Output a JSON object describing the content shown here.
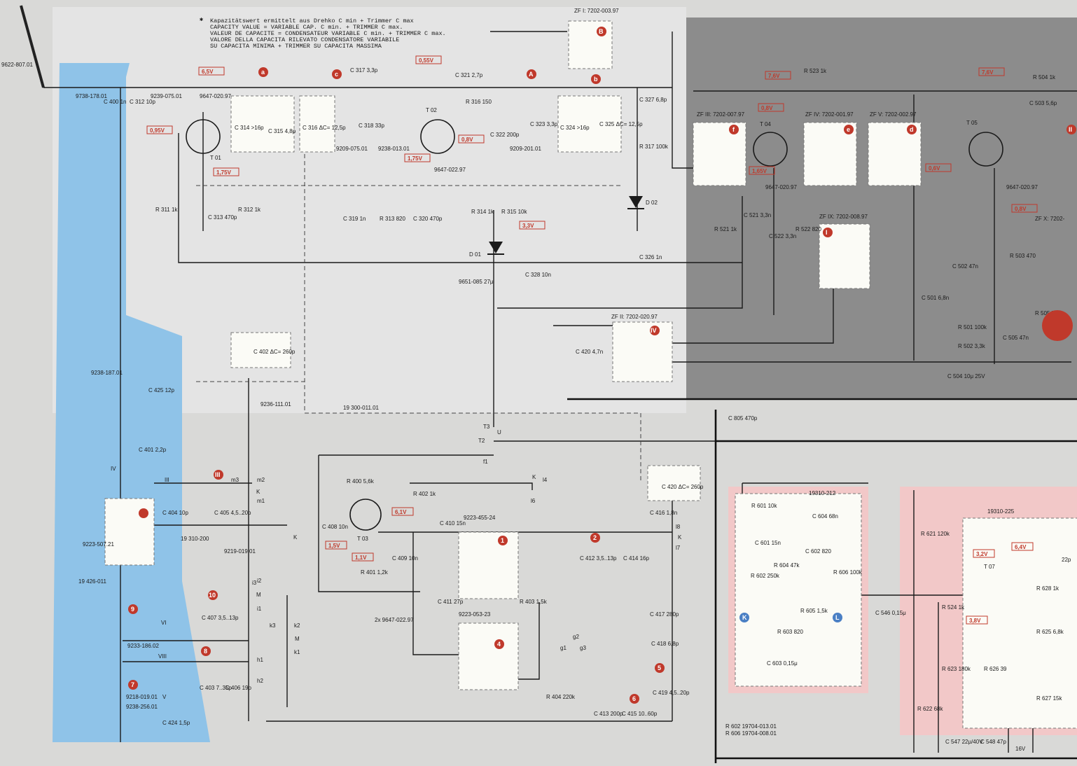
{
  "header": {
    "star": "✱",
    "lines": [
      "Kapazitätswert ermittelt aus Drehko C min + Trimmer C max",
      "CAPACITY VALUE = VARIABLE CAP. C min. + TRIMMER C max.",
      "VALEUR DE CAPACITE = CONDENSATEUR VARIABLE C min. + TRIMMER C max.",
      "VALORE DELLA CAPACITA RILEVATO CONDENSATORE VARIABILE",
      "SU CAPACITA MINIMA + TRIMMER SU CAPACITA MASSIMA"
    ]
  },
  "antenna": {
    "label": "9622-807.01"
  },
  "labels": [
    {
      "id": "c400",
      "text": "C 400 1n"
    },
    {
      "id": "l9738a",
      "text": "9738-178.01"
    },
    {
      "id": "c312",
      "text": "C 312 10p"
    },
    {
      "id": "l9239",
      "text": "9239-075.01"
    },
    {
      "id": "t01code",
      "text": "9647-020.97"
    },
    {
      "id": "t01",
      "text": "T 01"
    },
    {
      "id": "c314",
      "text": "C 314 >16p"
    },
    {
      "id": "c315",
      "text": "C 315 4,8p"
    },
    {
      "id": "c316",
      "text": "C 316 ΔC= 12,5p"
    },
    {
      "id": "c317",
      "text": "C 317 3,3p"
    },
    {
      "id": "c318",
      "text": "C 318 33p"
    },
    {
      "id": "l9209a",
      "text": "9209-075.01"
    },
    {
      "id": "l9238b",
      "text": "9238-013.01"
    },
    {
      "id": "c321",
      "text": "C 321 2,7p"
    },
    {
      "id": "t02",
      "text": "T 02"
    },
    {
      "id": "t02code",
      "text": "9647-022.97"
    },
    {
      "id": "r316",
      "text": "R 316 150"
    },
    {
      "id": "c322",
      "text": "C 322 200p"
    },
    {
      "id": "c323",
      "text": "C 323 3,3p"
    },
    {
      "id": "l9209b",
      "text": "9209-201.01"
    },
    {
      "id": "c324",
      "text": "C 324 >16p"
    },
    {
      "id": "c325",
      "text": "C 325 ΔC= 12,5p"
    },
    {
      "id": "c327",
      "text": "C 327 6,8p"
    },
    {
      "id": "r317",
      "text": "R 317 100k"
    },
    {
      "id": "d02",
      "text": "D 02"
    },
    {
      "id": "c326",
      "text": "C 326 1n"
    },
    {
      "id": "r311",
      "text": "R 311 1k"
    },
    {
      "id": "c313",
      "text": "C 313 470p"
    },
    {
      "id": "r312",
      "text": "R 312 1k"
    },
    {
      "id": "c319",
      "text": "C 319 1n"
    },
    {
      "id": "r313",
      "text": "R 313 820"
    },
    {
      "id": "c320",
      "text": "C 320 470p"
    },
    {
      "id": "r314",
      "text": "R 314 1k"
    },
    {
      "id": "r315",
      "text": "R 315 10k"
    },
    {
      "id": "d01",
      "text": "D 01"
    },
    {
      "id": "c328",
      "text": "C 328 10n"
    },
    {
      "id": "l9651",
      "text": "9651-085 27μ"
    },
    {
      "id": "zf1",
      "text": "ZF I: 7202-003.97"
    },
    {
      "id": "zf3",
      "text": "ZF III: 7202-007.97"
    },
    {
      "id": "zf2",
      "text": "ZF II: 7202-020.97"
    },
    {
      "id": "zf4",
      "text": "ZF IV: 7202-001.97"
    },
    {
      "id": "zf5",
      "text": "ZF V: 7202-002.97"
    },
    {
      "id": "zf9",
      "text": "ZF IX: 7202-008.97"
    },
    {
      "id": "zfx",
      "text": "ZF X: 7202-"
    },
    {
      "id": "r523",
      "text": "R 523 1k"
    },
    {
      "id": "t04",
      "text": "T 04"
    },
    {
      "id": "t04code",
      "text": "9647-020.97"
    },
    {
      "id": "t05",
      "text": "T 05"
    },
    {
      "id": "t05code",
      "text": "9647-020.97"
    },
    {
      "id": "c521",
      "text": "C 521 3,3n"
    },
    {
      "id": "c522",
      "text": "C 522 3,3n"
    },
    {
      "id": "r521",
      "text": "R 521 1k"
    },
    {
      "id": "r522",
      "text": "R 522 820"
    },
    {
      "id": "r504",
      "text": "R 504 1k"
    },
    {
      "id": "c503",
      "text": "C 503 5,6p"
    },
    {
      "id": "c502",
      "text": "C 502 47n"
    },
    {
      "id": "r503",
      "text": "R 503 470"
    },
    {
      "id": "c501",
      "text": "C 501 6,8n"
    },
    {
      "id": "r501",
      "text": "R 501 100k"
    },
    {
      "id": "r502",
      "text": "R 502 3,3k"
    },
    {
      "id": "c504",
      "text": "C 504 10μ 25V"
    },
    {
      "id": "c505",
      "text": "C 505 47n"
    },
    {
      "id": "r505",
      "text": "R 505 500k"
    },
    {
      "id": "c420zf",
      "text": "C 420 4,7n"
    },
    {
      "id": "c402",
      "text": "C 402 ΔC= 260p"
    },
    {
      "id": "l9236",
      "text": "9236-111.01"
    },
    {
      "id": "l9238c",
      "text": "9238-187.01"
    },
    {
      "id": "c425",
      "text": "C 425 12p"
    },
    {
      "id": "c401",
      "text": "C 401 2,2p"
    },
    {
      "id": "c404",
      "text": "C 404 10p"
    },
    {
      "id": "c405",
      "text": "C 405 4,5..20p"
    },
    {
      "id": "l9223a",
      "text": "9223-507.21"
    },
    {
      "id": "l19310a",
      "text": "19 310-200"
    },
    {
      "id": "l9219",
      "text": "9219-019.01"
    },
    {
      "id": "l19426",
      "text": "19 426-011"
    },
    {
      "id": "l9233",
      "text": "9233-186.02"
    },
    {
      "id": "c407",
      "text": "C 407 3,5..13p"
    },
    {
      "id": "l9218",
      "text": "9218-019.01"
    },
    {
      "id": "l9238d",
      "text": "9238-256.01"
    },
    {
      "id": "c403",
      "text": "C 403 7..35p"
    },
    {
      "id": "c406",
      "text": "C 406 19p"
    },
    {
      "id": "c424",
      "text": "C 424 1,5p"
    },
    {
      "id": "r400",
      "text": "R 400 5,6k"
    },
    {
      "id": "r402",
      "text": "R 402 1k"
    },
    {
      "id": "c408",
      "text": "C 408 10n"
    },
    {
      "id": "t03",
      "text": "T 03"
    },
    {
      "id": "c409",
      "text": "C 409 10n"
    },
    {
      "id": "r401",
      "text": "R 401 1,2k"
    },
    {
      "id": "c410",
      "text": "C 410 15n"
    },
    {
      "id": "l9223b",
      "text": "9223-455-24"
    },
    {
      "id": "c411",
      "text": "C 411 27p"
    },
    {
      "id": "l9223c",
      "text": "9223-053-23"
    },
    {
      "id": "t03code",
      "text": "2x 9647-022.97"
    },
    {
      "id": "r403",
      "text": "R 403 1,5k"
    },
    {
      "id": "c412",
      "text": "C 412 3,5..13p"
    },
    {
      "id": "c414",
      "text": "C 414 16p"
    },
    {
      "id": "c416",
      "text": "C 416 1,8n"
    },
    {
      "id": "c420",
      "text": "C 420 ΔC= 260p"
    },
    {
      "id": "c417",
      "text": "C 417 280p"
    },
    {
      "id": "c418",
      "text": "C 418 6,8p"
    },
    {
      "id": "c419",
      "text": "C 419 4,5..20p"
    },
    {
      "id": "r404",
      "text": "R 404 220k"
    },
    {
      "id": "c413",
      "text": "C 413 200p"
    },
    {
      "id": "c415",
      "text": "C 415 10..60p"
    },
    {
      "id": "c805",
      "text": "C 805 470p"
    },
    {
      "id": "l19300",
      "text": "19 300-011.01"
    },
    {
      "id": "l19310b",
      "text": "19310-212"
    },
    {
      "id": "r601",
      "text": "R 601 10k"
    },
    {
      "id": "c601",
      "text": "C 601 15n"
    },
    {
      "id": "c604",
      "text": "C 604 68n"
    },
    {
      "id": "c602",
      "text": "C 602 820"
    },
    {
      "id": "r602",
      "text": "R 602 250k"
    },
    {
      "id": "r604",
      "text": "R 604 47k"
    },
    {
      "id": "r606",
      "text": "R 606 100k"
    },
    {
      "id": "r605",
      "text": "R 605 1,5k"
    },
    {
      "id": "r603",
      "text": "R 603 820"
    },
    {
      "id": "c603",
      "text": "C 603 0,15μ"
    },
    {
      "id": "c546",
      "text": "C 546 0,15μ"
    },
    {
      "id": "l19310c",
      "text": "19310-225"
    },
    {
      "id": "r621",
      "text": "R 621 120k"
    },
    {
      "id": "t07",
      "text": "T 07"
    },
    {
      "id": "r524",
      "text": "R 524 1k"
    },
    {
      "id": "r628",
      "text": "R 628 1k"
    },
    {
      "id": "r625",
      "text": "R 625 6,8k"
    },
    {
      "id": "r623",
      "text": "R 623 180k"
    },
    {
      "id": "r626",
      "text": "R 626 39"
    },
    {
      "id": "r622",
      "text": "R 622 68k"
    },
    {
      "id": "r627",
      "text": "R 627 15k"
    },
    {
      "id": "c547",
      "text": "C 547 22μ/40V"
    },
    {
      "id": "c548",
      "text": "C 548 47p"
    },
    {
      "id": "c22p",
      "text": "22p"
    },
    {
      "id": "c16v",
      "text": "16V"
    },
    {
      "id": "ref1",
      "text": "R 602   19704-013.01"
    },
    {
      "id": "ref2",
      "text": "R 606   19704-008.01"
    }
  ],
  "voltages": [
    {
      "id": "v1",
      "text": "6,5V"
    },
    {
      "id": "v2",
      "text": "0,95V"
    },
    {
      "id": "v3",
      "text": "1,75V"
    },
    {
      "id": "v4",
      "text": "0,55V"
    },
    {
      "id": "v5",
      "text": "1,75V"
    },
    {
      "id": "v6",
      "text": "0,8V"
    },
    {
      "id": "v7",
      "text": "3,3V"
    },
    {
      "id": "v8",
      "text": "7,6V"
    },
    {
      "id": "v9",
      "text": "0,8V"
    },
    {
      "id": "v10",
      "text": "1,65V"
    },
    {
      "id": "v11",
      "text": "7,6V"
    },
    {
      "id": "v12",
      "text": "0,6V"
    },
    {
      "id": "v13",
      "text": "0,8V"
    },
    {
      "id": "v14",
      "text": "6,1V"
    },
    {
      "id": "v15",
      "text": "1,5V"
    },
    {
      "id": "v16",
      "text": "1,1V"
    },
    {
      "id": "v17",
      "text": "3,2V"
    },
    {
      "id": "v18",
      "text": "6,4V"
    },
    {
      "id": "v19",
      "text": "3,8V"
    }
  ],
  "markers": [
    "a",
    "b",
    "c",
    "A",
    "B",
    "f",
    "e",
    "d",
    "I",
    "II",
    "IV",
    "III",
    "10",
    "9",
    "8",
    "7",
    "1",
    "2",
    "4",
    "5",
    "6",
    "K",
    "L"
  ],
  "switches": [
    "K",
    "K",
    "M",
    "M",
    "K",
    "K"
  ],
  "switch_pins": {
    "m3": "m3",
    "m2": "m2",
    "m1": "m1",
    "i3": "i3",
    "i2": "i2",
    "i1": "i1",
    "k3": "k3",
    "k2": "k2",
    "k1": "k1",
    "h1": "h1",
    "h2": "h2",
    "g1": "g1",
    "g2": "g2",
    "g3": "g3",
    "l4": "l4",
    "l6": "l6",
    "l8": "l8",
    "l7": "l7",
    "t1": "f1",
    "t2": "T2",
    "t3": "T3",
    "u": "U"
  },
  "roman": {
    "IV": "IV",
    "III": "III",
    "VI": "VI",
    "VIII": "VIII",
    "V": "V"
  }
}
